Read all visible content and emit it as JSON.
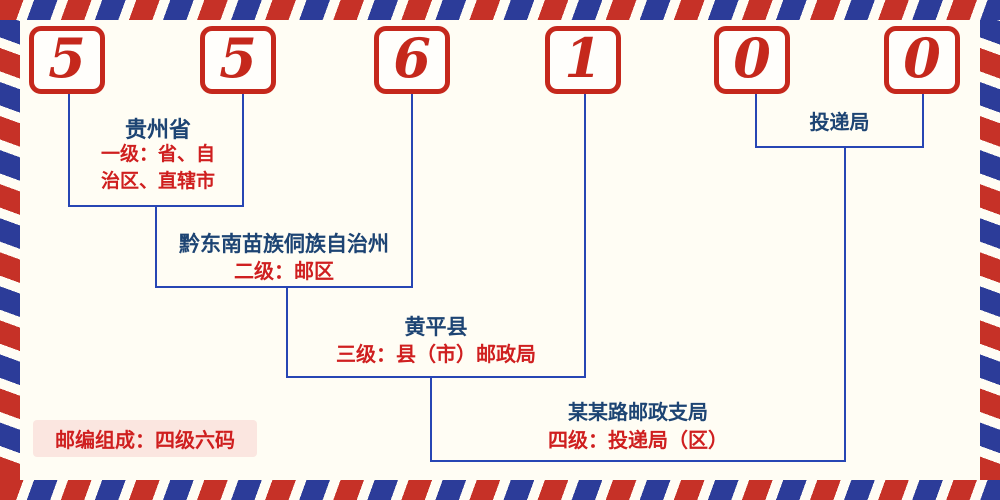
{
  "diagram": {
    "digits": [
      "5",
      "5",
      "6",
      "1",
      "0",
      "0"
    ],
    "levels": [
      {
        "name": "贵州省",
        "desc_line1": "一级：省、自",
        "desc_line2": "治区、直辖市"
      },
      {
        "name": "黔东南苗族侗族自治州",
        "desc": "二级：邮区"
      },
      {
        "name": "黄平县",
        "desc": "三级：县（市）邮政局"
      },
      {
        "name": "某某路邮政支局",
        "desc": "四级：投递局（区）"
      }
    ],
    "delivery_label": "投递局",
    "footer_note": "邮编组成：四级六码",
    "colors": {
      "digit_red": "#c5281c",
      "line_blue": "#2746b4",
      "label_navy": "#1d4473",
      "desc_red": "#cf1f1f",
      "stripe_red": "#c63127",
      "stripe_blue": "#2c3c99",
      "background": "#fffdf4",
      "badge_background": "#fbe6e0"
    }
  }
}
